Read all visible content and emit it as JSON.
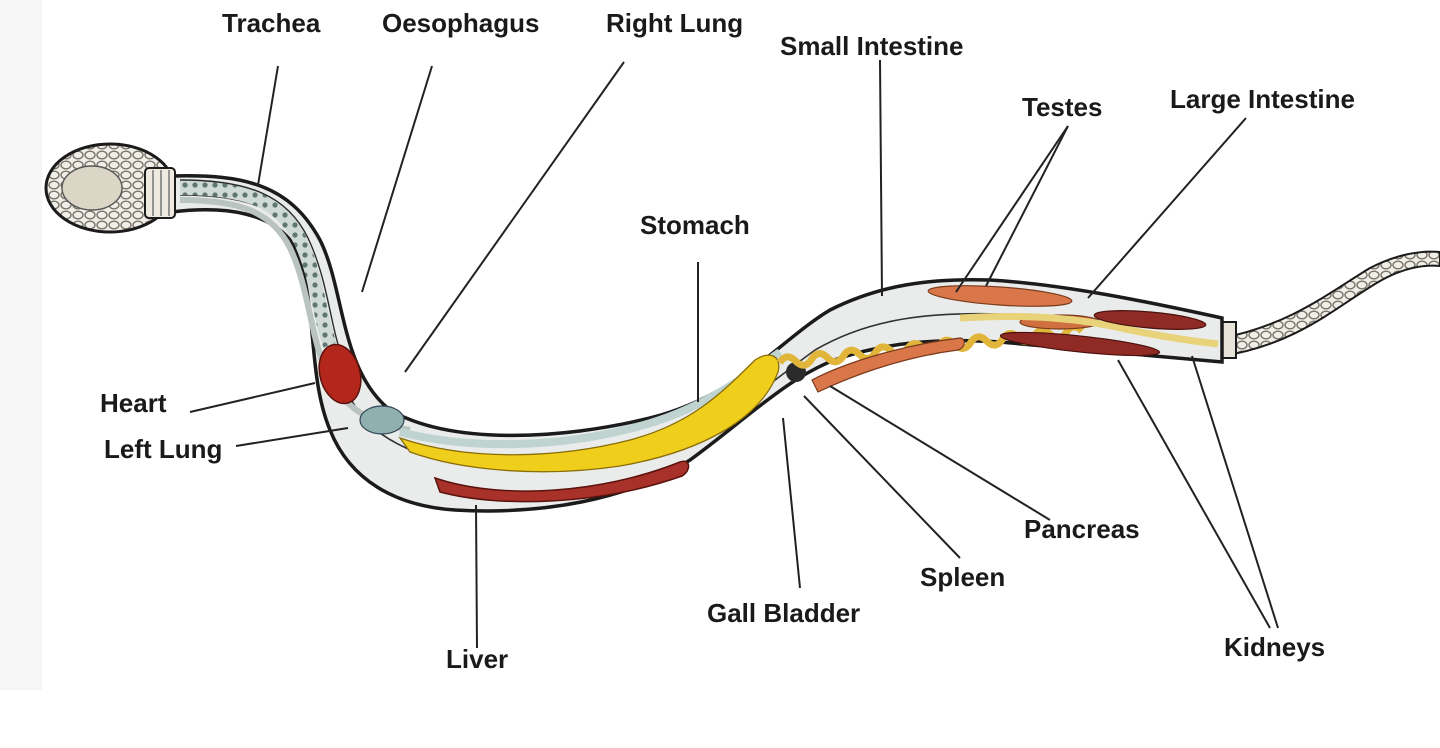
{
  "labels": {
    "trachea": "Trachea",
    "oesophagus": "Oesophagus",
    "right_lung": "Right Lung",
    "small_intestine": "Small Intestine",
    "testes": "Testes",
    "large_intestine": "Large Intestine",
    "stomach": "Stomach",
    "heart": "Heart",
    "left_lung": "Left Lung",
    "liver": "Liver",
    "gall_bladder": "Gall Bladder",
    "spleen": "Spleen",
    "pancreas": "Pancreas",
    "kidneys": "Kidneys"
  },
  "colors": {
    "body_outline": "#1b1b1b",
    "body_fill": "#e9eceb",
    "scales": "#b9b3a6",
    "heart": "#b3261c",
    "liver": "#a8322a",
    "stomach": "#f0cf1c",
    "small_intestine": "#e0b53a",
    "testes": "#d9774a",
    "kidneys": "#8f2a25",
    "lung": "#8fb0ae"
  }
}
